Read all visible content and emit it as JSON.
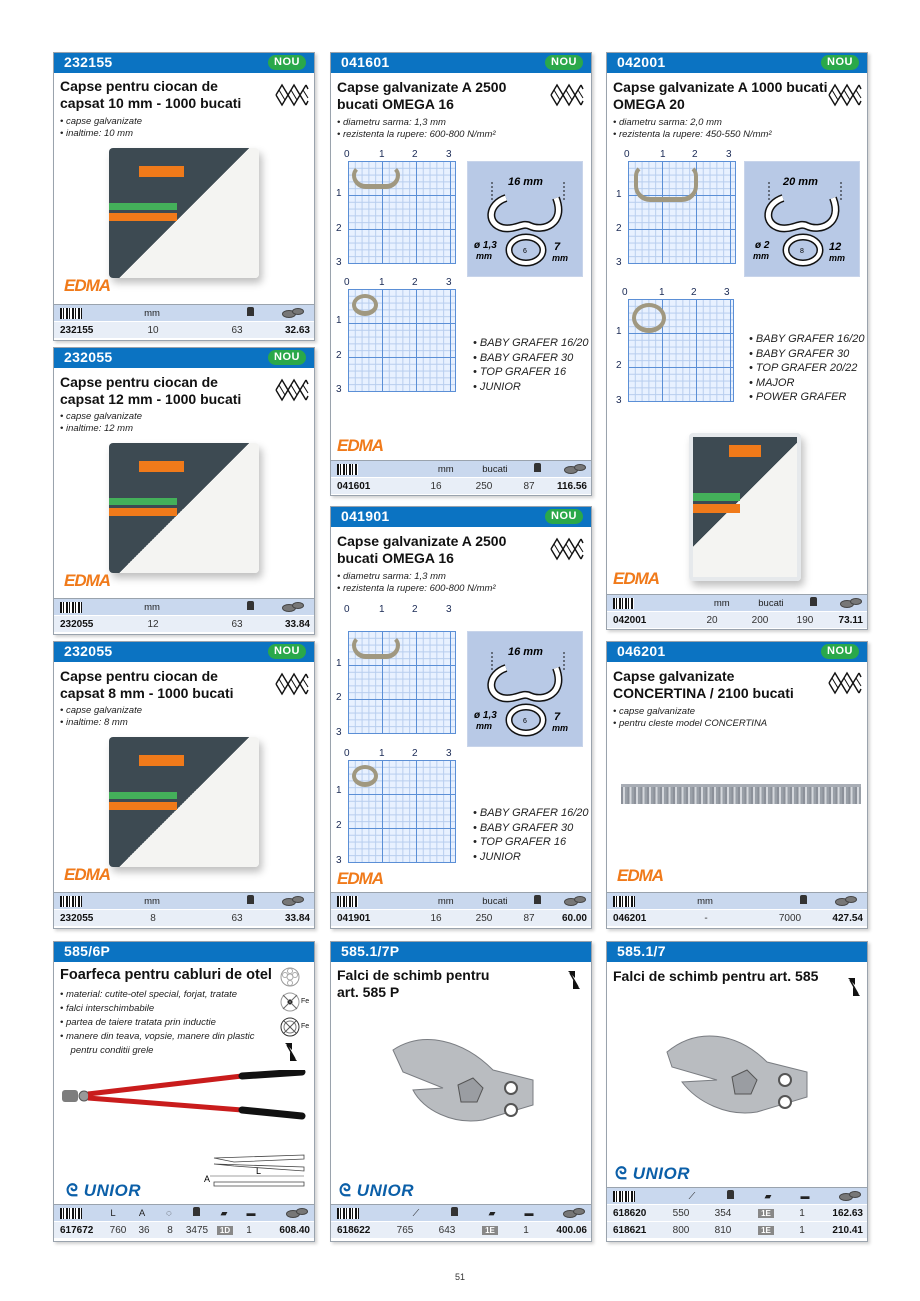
{
  "cards": {
    "c232155a": {
      "code": "232155",
      "badge": "NOU",
      "title_l1": "Capse pentru ciocan de",
      "title_l2": "capsat 10 mm - 1000 bucati",
      "bullets": [
        "• capse galvanizate",
        "• inaltime: 10 mm"
      ],
      "brand": "EDMA",
      "table": {
        "headers": [
          "mm"
        ],
        "row": {
          "code": "232155",
          "mm": "10",
          "pack": "63",
          "price": "32.63"
        }
      }
    },
    "c232055a": {
      "code": "232055",
      "badge": "NOU",
      "title_l1": "Capse pentru ciocan de",
      "title_l2": "capsat 12 mm - 1000 bucati",
      "bullets": [
        "• capse galvanizate",
        "• inaltime: 12 mm"
      ],
      "brand": "EDMA",
      "table": {
        "headers": [
          "mm"
        ],
        "row": {
          "code": "232055",
          "mm": "12",
          "pack": "63",
          "price": "33.84"
        }
      }
    },
    "c232055b": {
      "code": "232055",
      "badge": "NOU",
      "title_l1": "Capse pentru ciocan de",
      "title_l2": "capsat 8 mm - 1000 bucati",
      "bullets": [
        "• capse galvanizate",
        "• inaltime: 8 mm"
      ],
      "brand": "EDMA",
      "table": {
        "headers": [
          "mm"
        ],
        "row": {
          "code": "232055",
          "mm": "8",
          "pack": "63",
          "price": "33.84"
        }
      }
    },
    "c041601": {
      "code": "041601",
      "badge": "NOU",
      "title_l1": "Capse galvanizate A 2500",
      "title_l2": "bucati OMEGA 16",
      "bullets": [
        "• diametru sarma: 1,3 mm",
        "• rezistenta la rupere: 600-800 N/mm²"
      ],
      "diagram": {
        "width": "16 mm",
        "wire": "ø 1,3 mm",
        "inner": "6",
        "height": "7 mm"
      },
      "models": [
        "• BABY GRAFER 16/20",
        "• BABY GRAFER 30",
        "• TOP GRAFER 16",
        "• JUNIOR"
      ],
      "brand": "EDMA",
      "table": {
        "headers": [
          "mm",
          "bucati"
        ],
        "row": {
          "code": "041601",
          "mm": "16",
          "bucati": "250",
          "pack": "87",
          "price": "116.56"
        }
      }
    },
    "c041901": {
      "code": "041901",
      "badge": "NOU",
      "title_l1": "Capse galvanizate A 2500",
      "title_l2": "bucati OMEGA 16",
      "bullets": [
        "• diametru sarma: 1,3 mm",
        "• rezistenta la rupere: 600-800 N/mm²"
      ],
      "diagram": {
        "width": "16 mm",
        "wire": "ø 1,3 mm",
        "inner": "6",
        "height": "7 mm"
      },
      "models": [
        "• BABY GRAFER 16/20",
        "• BABY GRAFER 30",
        "• TOP GRAFER 16",
        "• JUNIOR"
      ],
      "brand": "EDMA",
      "table": {
        "headers": [
          "mm",
          "bucati"
        ],
        "row": {
          "code": "041901",
          "mm": "16",
          "bucati": "250",
          "pack": "87",
          "price": "60.00"
        }
      }
    },
    "c042001": {
      "code": "042001",
      "badge": "NOU",
      "title_l1": "Capse galvanizate A 1000 bucati",
      "title_l2": "OMEGA 20",
      "bullets": [
        "• diametru sarma: 2,0 mm",
        "• rezistenta la rupere: 450-550 N/mm²"
      ],
      "diagram": {
        "width": "20 mm",
        "wire": "ø 2 mm",
        "inner": "8",
        "height": "12 mm"
      },
      "models": [
        "• BABY GRAFER 16/20",
        "• BABY GRAFER 30",
        "• TOP GRAFER 20/22",
        "• MAJOR",
        "• POWER GRAFER"
      ],
      "brand": "EDMA",
      "table": {
        "headers": [
          "mm",
          "bucati"
        ],
        "row": {
          "code": "042001",
          "mm": "20",
          "bucati": "200",
          "pack": "190",
          "price": "73.11"
        }
      }
    },
    "c046201": {
      "code": "046201",
      "badge": "NOU",
      "title_l1": "Capse galvanizate",
      "title_l2": "CONCERTINA / 2100 bucati",
      "bullets": [
        "• capse galvanizate",
        "• pentru cleste model CONCERTINA"
      ],
      "brand": "EDMA",
      "table": {
        "headers": [
          "mm"
        ],
        "row": {
          "code": "046201",
          "mm": "-",
          "pack": "7000",
          "price": "427.54"
        }
      }
    },
    "c5856P": {
      "code": "585/6P",
      "title": "Foarfeca pentru cabluri de otel",
      "bullets": [
        "•  material: cutite-otel special, forjat, tratate",
        "•  falci interschimbabile",
        "•  partea de taiere tratata prin inductie",
        "•  manere din teava, vopsie, manere din plastic",
        "    pentru conditii grele"
      ],
      "icon_labels": [
        "Fe",
        "Fe"
      ],
      "dim_labels": {
        "A": "A",
        "L": "L"
      },
      "brand": "UNIOR",
      "table": {
        "headers": [
          "L",
          "A"
        ],
        "row": {
          "code": "617672",
          "L": "760",
          "A": "36",
          "cap": "8",
          "pack": "3475",
          "box": "1D",
          "qty": "1",
          "price": "608.40"
        }
      }
    },
    "c58517P": {
      "code": "585.1/7P",
      "title_l1": "Falci de schimb pentru",
      "title_l2": "art. 585 P",
      "brand": "UNIOR",
      "table": {
        "row": {
          "code": "618622",
          "len": "765",
          "pack": "643",
          "box": "1E",
          "qty": "1",
          "price": "400.06"
        }
      }
    },
    "c58517": {
      "code": "585.1/7",
      "title": "Falci de schimb pentru art. 585",
      "brand": "UNIOR",
      "table": {
        "rows": [
          {
            "code": "618620",
            "len": "550",
            "pack": "354",
            "box": "1E",
            "qty": "1",
            "price": "162.63"
          },
          {
            "code": "618621",
            "len": "800",
            "pack": "810",
            "box": "1E",
            "qty": "1",
            "price": "210.41"
          }
        ]
      }
    }
  },
  "axis": {
    "x": [
      "0",
      "1",
      "2",
      "3"
    ],
    "y": [
      "1",
      "2",
      "3"
    ]
  },
  "page_number": "51"
}
